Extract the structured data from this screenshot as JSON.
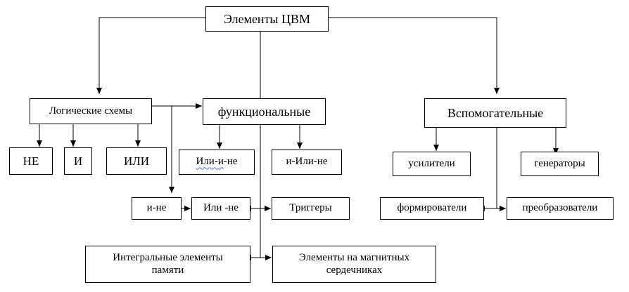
{
  "diagram": {
    "root": {
      "label": "Элементы ЦВМ"
    },
    "categories": {
      "logical": {
        "label": "Логические схемы"
      },
      "functional": {
        "label": "функциональные"
      },
      "auxiliary": {
        "label": "Вспомогательные"
      }
    },
    "logical_children": {
      "ne": {
        "label": "НЕ"
      },
      "i": {
        "label": "И"
      },
      "ili": {
        "label": "ИЛИ"
      }
    },
    "functional_children": {
      "ili_i_ne_prefix": "Или-",
      "ili_i_ne_marked": "и",
      "ili_i_ne_suffix": "-не",
      "i_ili_ne": {
        "label": "и-Или-не"
      },
      "i_ne": {
        "label": "и-не"
      },
      "ili_ne": {
        "label": "Или -не"
      },
      "triggers": {
        "label": "Триггеры"
      },
      "integral_memory": {
        "label": "Интегральные элементы памяти"
      },
      "magnetic_cores": {
        "label": "Элементы на магнитных сердечниках"
      }
    },
    "auxiliary_children": {
      "amplifiers": {
        "label": "усилители"
      },
      "generators": {
        "label": "генераторы"
      },
      "shapers": {
        "label": "формирователи"
      },
      "converters": {
        "label": "преобразователи"
      }
    }
  }
}
